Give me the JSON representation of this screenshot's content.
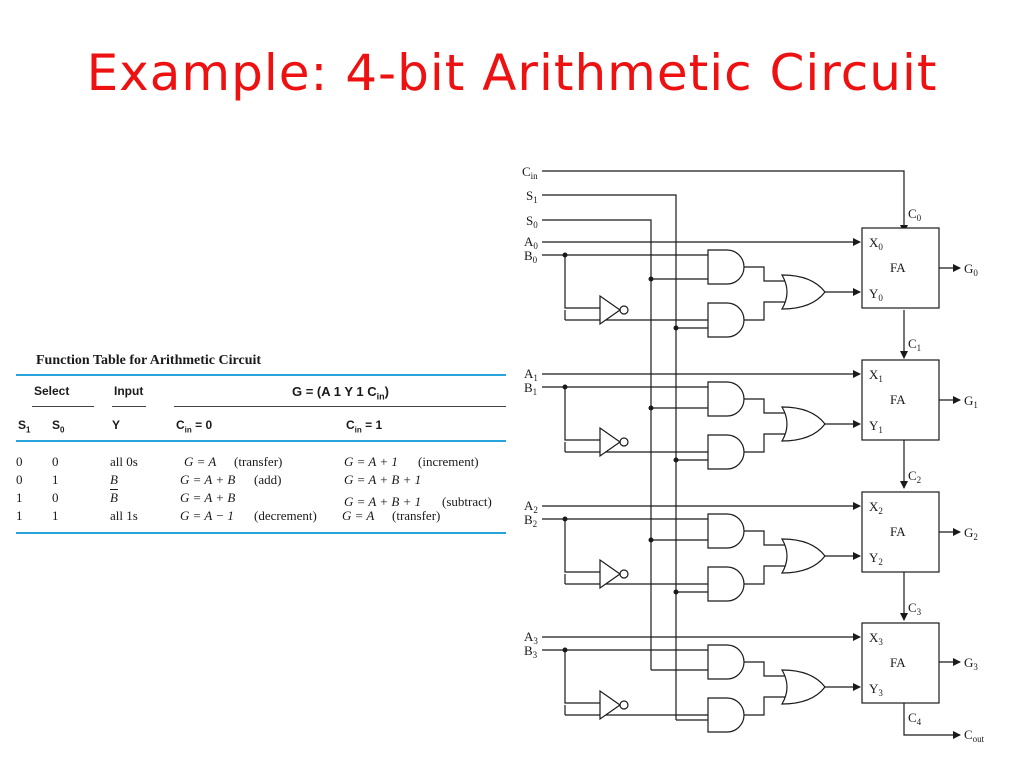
{
  "title": "Example: 4-bit Arithmetic Circuit",
  "function_table": {
    "caption": "Function Table for Arithmetic Circuit",
    "groups": {
      "select": "Select",
      "input": "Input",
      "output": "G = (A 1 Y 1 C",
      "output_sub": "in",
      "output_close": ")"
    },
    "columns": {
      "s1": "S",
      "s1_sub": "1",
      "s0": "S",
      "s0_sub": "0",
      "y": "Y",
      "cin0": "C",
      "cin0_sub": "in",
      "cin0_val": " = 0",
      "cin1": "C",
      "cin1_sub": "in",
      "cin1_val": " = 1"
    },
    "rows": [
      {
        "s1": "0",
        "s0": "0",
        "y": "all 0s",
        "c0": "G = A",
        "c0_note": "(transfer)",
        "c1": "G = A + 1",
        "c1_note": "(increment)"
      },
      {
        "s1": "0",
        "s0": "1",
        "y": "B",
        "c0": "G = A + B",
        "c0_note": "(add)",
        "c1": "G = A + B + 1",
        "c1_note": ""
      },
      {
        "s1": "1",
        "s0": "0",
        "y": "B",
        "c0": "G = A + B",
        "c0_note": "",
        "c1": "G = A + B + 1",
        "c1_note": "(subtract)"
      },
      {
        "s1": "1",
        "s0": "1",
        "y": "all 1s",
        "c0": "G = A − 1",
        "c0_note": "(decrement)",
        "c1": "G = A",
        "c1_note": "(transfer)"
      }
    ]
  },
  "circuit": {
    "inputs": {
      "cin": "C",
      "cin_sub": "in",
      "s1": "S",
      "s1_sub": "1",
      "s0": "S",
      "s0_sub": "0"
    },
    "stages": [
      {
        "a": "A",
        "b": "B",
        "idx": "0",
        "x": "X",
        "y": "Y",
        "fa": "FA",
        "g": "G",
        "carry_in": "C",
        "carry_idx": "0"
      },
      {
        "a": "A",
        "b": "B",
        "idx": "1",
        "x": "X",
        "y": "Y",
        "fa": "FA",
        "g": "G",
        "carry_in": "C",
        "carry_idx": "1"
      },
      {
        "a": "A",
        "b": "B",
        "idx": "2",
        "x": "X",
        "y": "Y",
        "fa": "FA",
        "g": "G",
        "carry_in": "C",
        "carry_idx": "2"
      },
      {
        "a": "A",
        "b": "B",
        "idx": "3",
        "x": "X",
        "y": "Y",
        "fa": "FA",
        "g": "G",
        "carry_in": "C",
        "carry_idx": "3"
      }
    ],
    "carry_out": "C",
    "carry_out_idx": "4",
    "cout": "C",
    "cout_sub": "out"
  }
}
